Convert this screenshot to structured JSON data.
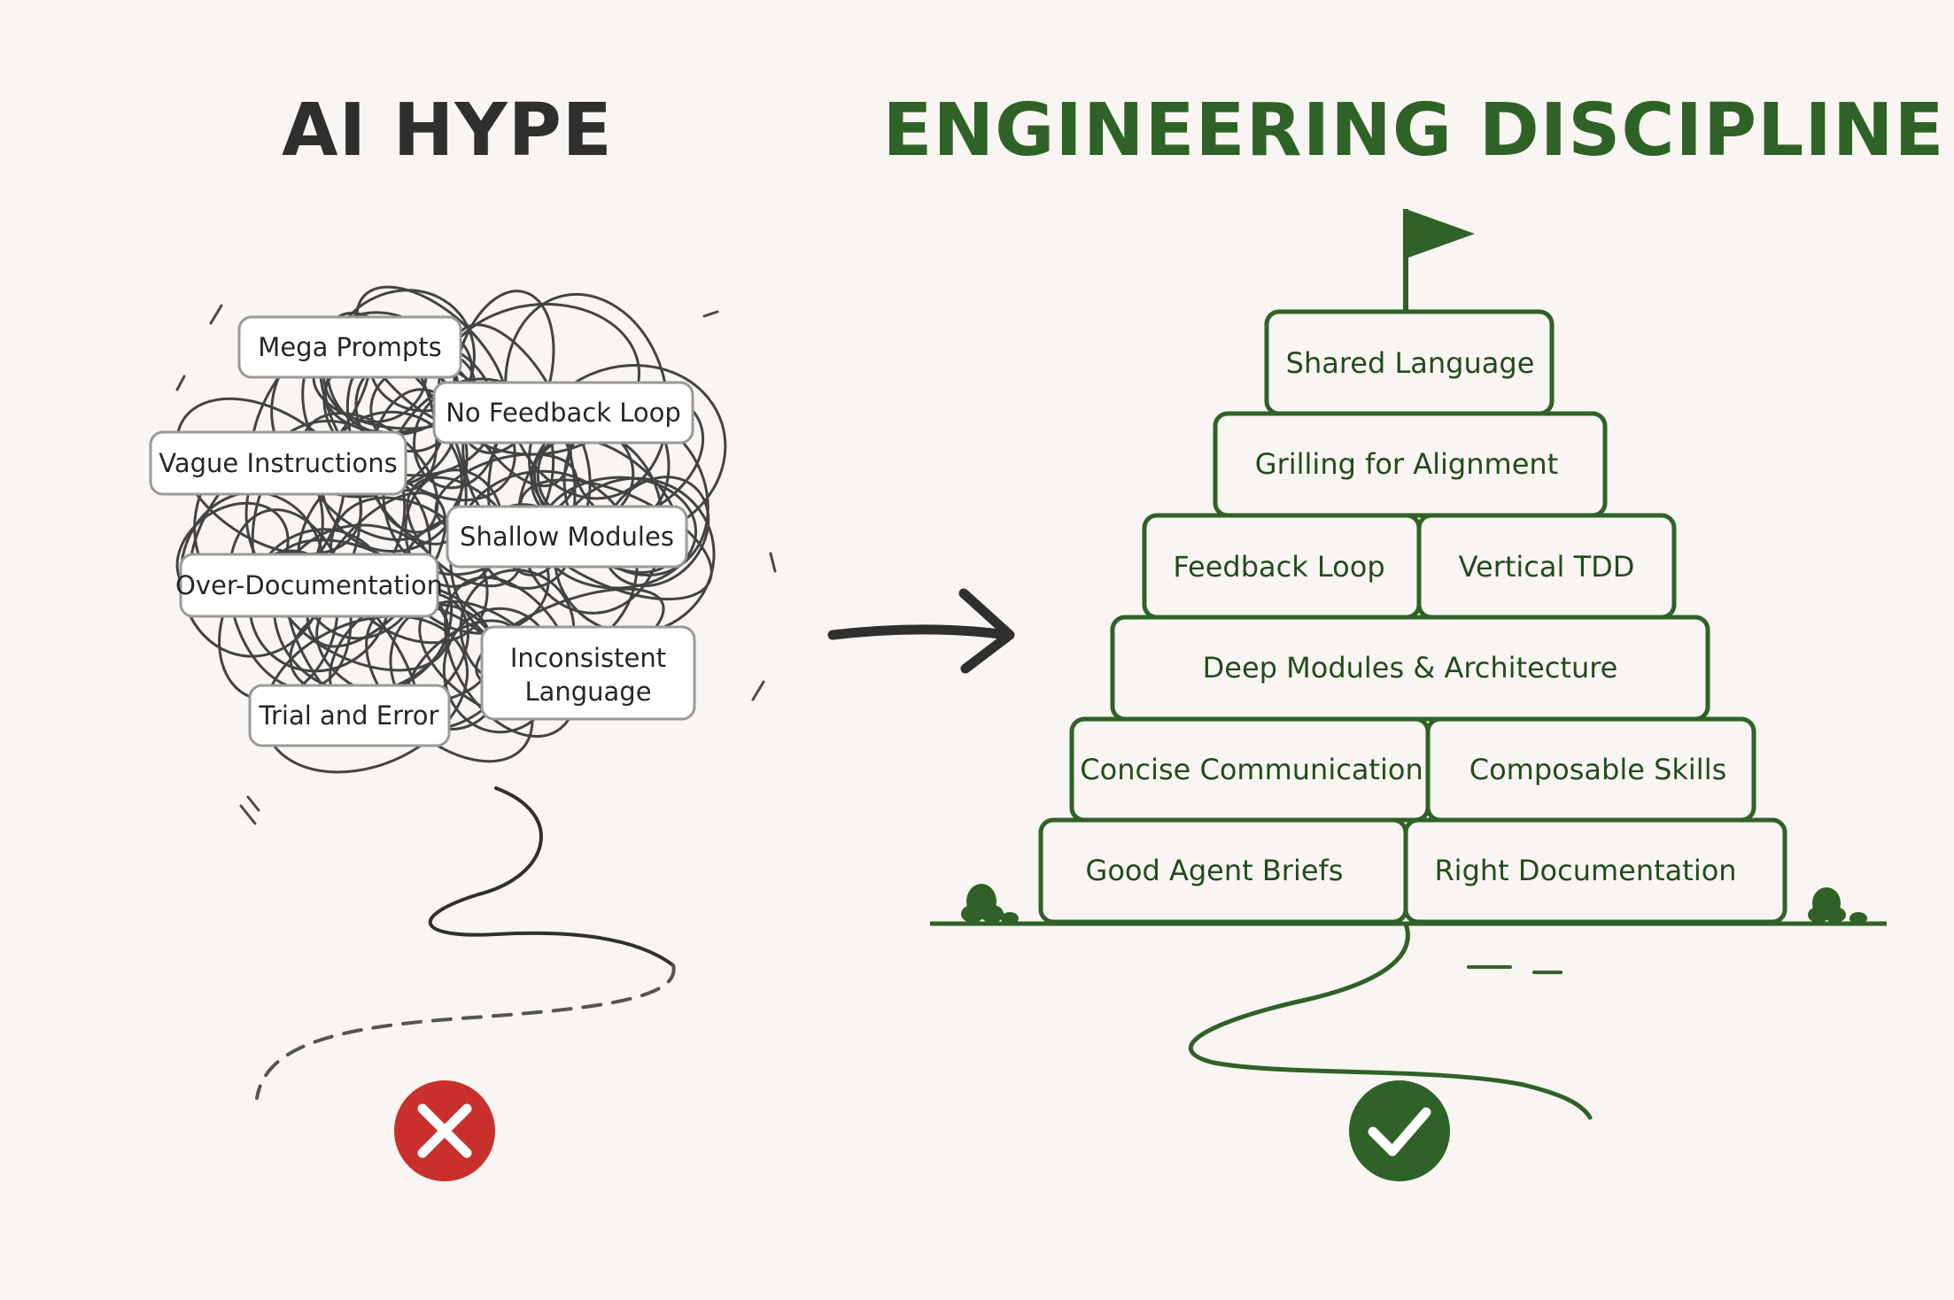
{
  "left": {
    "title": "AI HYPE",
    "title_color": "#2f2f2f",
    "tags": [
      {
        "lines": [
          "Mega Prompts"
        ]
      },
      {
        "lines": [
          "No Feedback Loop"
        ]
      },
      {
        "lines": [
          "Vague Instructions"
        ]
      },
      {
        "lines": [
          "Shallow Modules"
        ]
      },
      {
        "lines": [
          "Over-Documentation"
        ]
      },
      {
        "lines": [
          "Inconsistent",
          "Language"
        ]
      },
      {
        "lines": [
          "Trial and Error"
        ]
      }
    ],
    "status_icon": "cross-icon",
    "status_color": "#c9302c"
  },
  "arrow_icon": "right-arrow-icon",
  "right": {
    "title": "ENGINEERING DISCIPLINE",
    "title_color": "#2f6226",
    "flag_icon": "flag-icon",
    "pyramid_rows": [
      [
        "Shared Language"
      ],
      [
        "Grilling for Alignment"
      ],
      [
        "Feedback Loop",
        "Vertical TDD"
      ],
      [
        "Deep Modules & Architecture"
      ],
      [
        "Concise Communication",
        "Composable Skills"
      ],
      [
        "Good Agent Briefs",
        "Right Documentation"
      ]
    ],
    "status_icon": "check-icon",
    "status_color": "#2f6226"
  }
}
